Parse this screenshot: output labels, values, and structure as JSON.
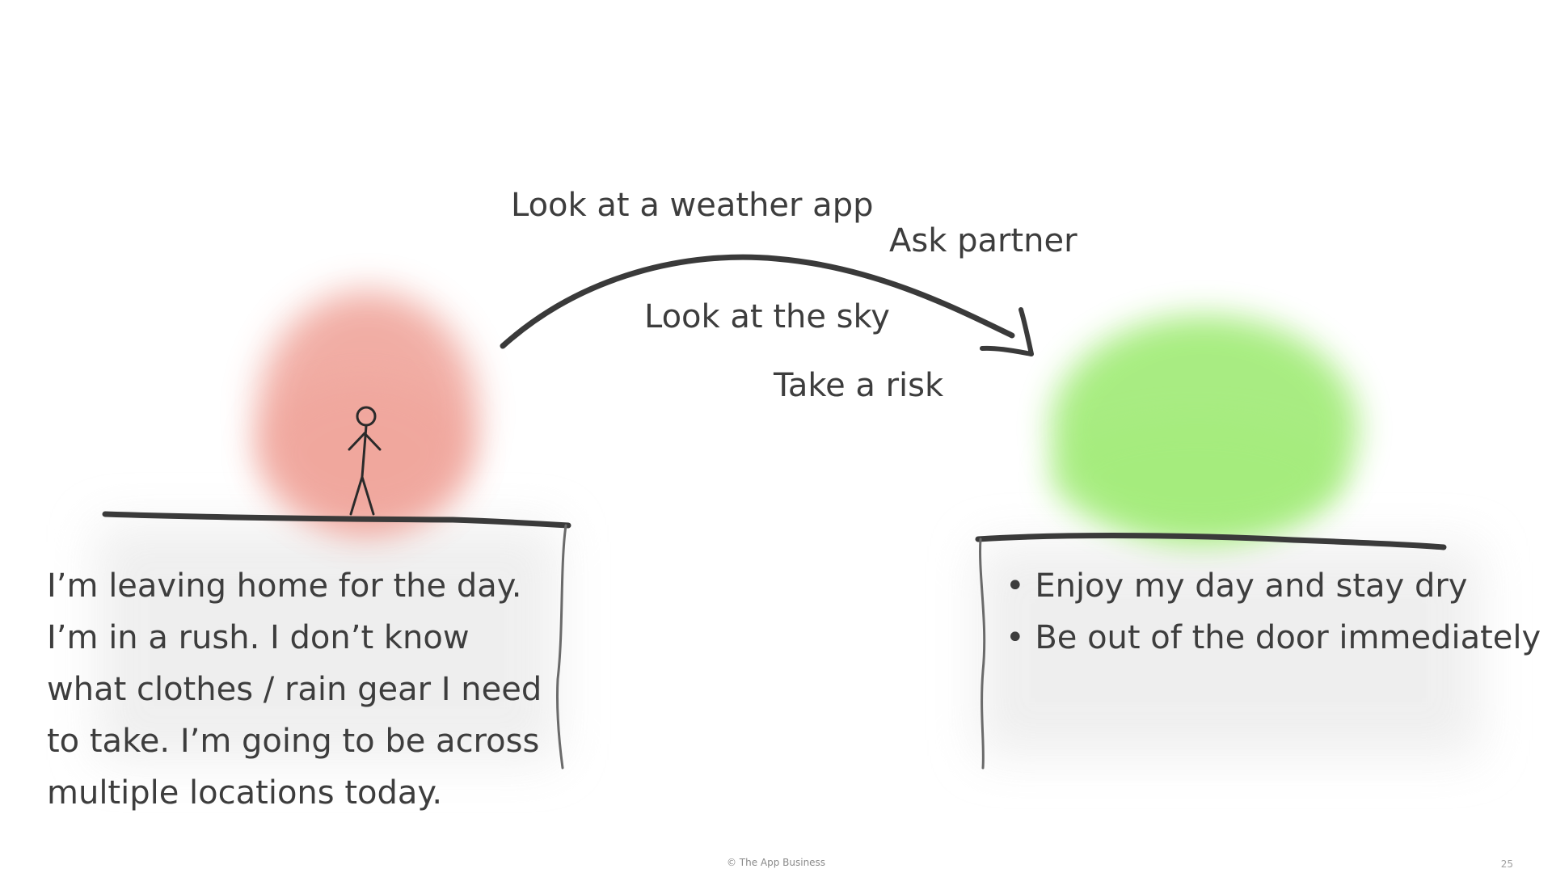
{
  "options": {
    "weather_app": "Look at a weather app",
    "ask_partner": "Ask partner",
    "look_sky": "Look at the sky",
    "take_risk": "Take a risk"
  },
  "current_state": {
    "lines": [
      "I’m leaving home for the day.",
      "I’m in a rush. I don’t know",
      "what clothes / rain gear I need",
      "to take. I’m going to be across",
      "multiple locations today."
    ],
    "color": "#f0a59b"
  },
  "desired_state": {
    "goals": [
      "Enjoy my day and stay dry",
      "Be out of the door immediately"
    ],
    "color": "#a4ec7c"
  },
  "footer": {
    "credit": "© The App Business",
    "page_number": "25"
  }
}
